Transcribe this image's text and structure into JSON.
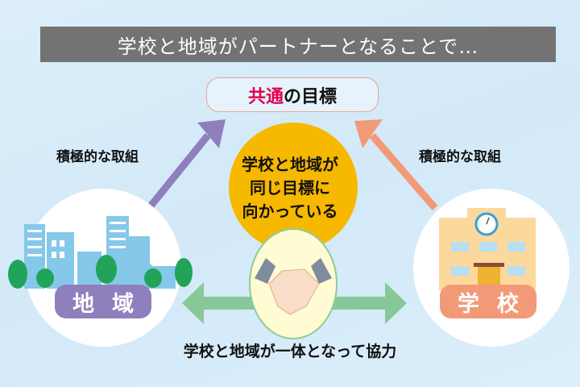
{
  "title": "学校と地域がパートナーとなることで…",
  "goal": {
    "highlight": "共通",
    "rest": "の目標"
  },
  "left_label": "積極的な取組",
  "right_label": "積極的な取組",
  "center": {
    "line1": "学校と地域が",
    "line2": "同じ目標に",
    "line3": "向かっている"
  },
  "community_label": "地域",
  "school_label": "学校",
  "bottom_text": "学校と地域が一体となって協力",
  "colors": {
    "title_bg": "#737373",
    "accent": "#e2004f",
    "purple": "#8f80bd",
    "salmon": "#f29a78",
    "yellow": "#f7b800",
    "green": "#88c898"
  }
}
